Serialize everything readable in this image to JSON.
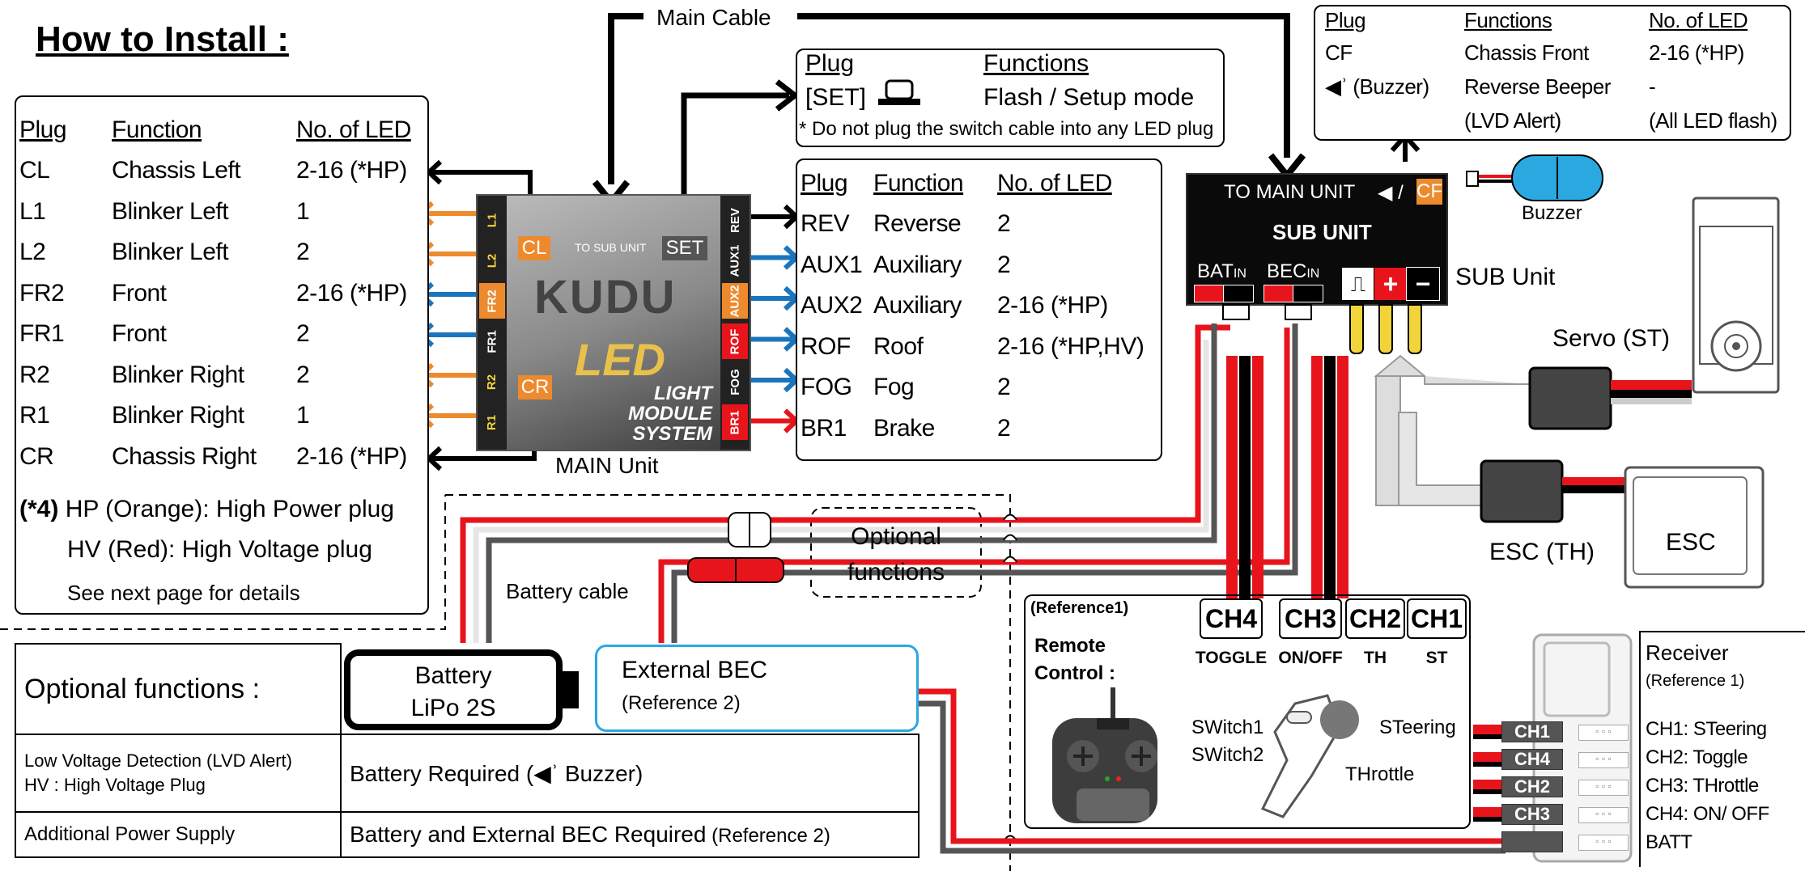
{
  "title": "How to Install :",
  "main_cable_label": "Main Cable",
  "left_table": {
    "headers": [
      "Plug",
      "Function",
      "No. of LED"
    ],
    "rows": [
      [
        "CL",
        "Chassis Left",
        "2-16 (*HP)"
      ],
      [
        "L1",
        "Blinker Left",
        "1"
      ],
      [
        "L2",
        "Blinker Left",
        "2"
      ],
      [
        "FR2",
        "Front",
        "2-16 (*HP)"
      ],
      [
        "FR1",
        "Front",
        "2"
      ],
      [
        "R2",
        "Blinker Right",
        "2"
      ],
      [
        "R1",
        "Blinker Right",
        "1"
      ],
      [
        "CR",
        "Chassis Right",
        "2-16 (*HP)"
      ]
    ],
    "note_marker": "(*4)",
    "note_hp": "HP (Orange): High Power plug",
    "note_hv": "HV (Red): High Voltage plug",
    "note_see": "See next page for details"
  },
  "set_box": {
    "headers": [
      "Plug",
      "Functions"
    ],
    "plug": "[SET]",
    "function": "Flash / Setup mode",
    "note": "* Do not plug the switch cable into any LED plug"
  },
  "right_table": {
    "headers": [
      "Plug",
      "Function",
      "No. of LED"
    ],
    "rows": [
      [
        "REV",
        "Reverse",
        "2"
      ],
      [
        "AUX1",
        "Auxiliary",
        "2"
      ],
      [
        "AUX2",
        "Auxiliary",
        "2-16 (*HP)"
      ],
      [
        "ROF",
        "Roof",
        "2-16 (*HP,HV)"
      ],
      [
        "FOG",
        "Fog",
        "2"
      ],
      [
        "BR1",
        "Brake",
        "2"
      ]
    ]
  },
  "cf_box": {
    "headers": [
      "Plug",
      "Functions",
      "No. of LED"
    ],
    "rows": [
      [
        "CF",
        "Chassis Front",
        "2-16 (*HP)"
      ],
      [
        "(Buzzer)",
        "Reverse Beeper",
        "-"
      ],
      [
        "",
        "(LVD Alert)",
        "(All LED flash)"
      ]
    ]
  },
  "main_unit": {
    "label": "MAIN Unit",
    "brand": "KUDU",
    "led": "LED",
    "system_lines": [
      "LIGHT",
      "MODULE",
      "SYSTEM"
    ],
    "to_sub": "TO SUB UNIT",
    "cl": "CL",
    "set": "SET",
    "cr": "CR",
    "left_ports": [
      "L1",
      "L2",
      "FR2",
      "FR1",
      "R2",
      "R1"
    ],
    "right_ports": [
      "REV",
      "AUX1",
      "AUX2",
      "ROF",
      "FOG",
      "BR1"
    ]
  },
  "sub_unit": {
    "label": "SUB Unit",
    "to_main": "TO MAIN UNIT",
    "cf": "CF",
    "title": "SUB UNIT",
    "bat": "BAT",
    "bec": "BEC",
    "in": "IN"
  },
  "buzzer_label": "Buzzer",
  "servo_label": "Servo (ST)",
  "esc_label": "ESC (TH)",
  "esc_text": "ESC",
  "optional_functions_box": [
    "Optional",
    "functions"
  ],
  "battery_cable_label": "Battery cable",
  "battery": {
    "line1": "Battery",
    "line2": "LiPo 2S"
  },
  "bec": {
    "line1": "External BEC",
    "line2": "(Reference 2)"
  },
  "options_table": {
    "heading": "Optional functions :",
    "rows": [
      {
        "name_lines": [
          "Low Voltage Detection (LVD Alert)",
          "HV : High Voltage Plug"
        ],
        "req": "Battery Required (",
        "req_tail": " Buzzer)"
      },
      {
        "name_lines": [
          "Additional Power Supply"
        ],
        "req": "Battery and External BEC Required",
        "req_small": " (Reference 2)"
      }
    ]
  },
  "remote": {
    "ref": "(Reference1)",
    "label1": "Remote",
    "label2": "Control :",
    "channels": [
      {
        "ch": "CH4",
        "sub": "TOGGLE"
      },
      {
        "ch": "CH3",
        "sub": "ON/OFF"
      },
      {
        "ch": "CH2",
        "sub": "TH"
      },
      {
        "ch": "CH1",
        "sub": "ST"
      }
    ],
    "switch1": "SWitch1",
    "switch2": "SWitch2",
    "steering": "STeering",
    "throttle": "THrottle"
  },
  "receiver": {
    "title": "Receiver",
    "ref": "(Reference 1)",
    "ports": [
      "CH1",
      "CH4",
      "CH2",
      "CH3",
      ""
    ],
    "legend": [
      "CH1: STeering",
      "CH2: Toggle",
      "CH3: THrottle",
      "CH4: ON/ OFF",
      "BATT"
    ]
  },
  "colors": {
    "orange": "#ec8a2d",
    "blue": "#1b75bc",
    "red": "#e8141c",
    "black": "#000000",
    "cyan": "#29a9e0"
  }
}
